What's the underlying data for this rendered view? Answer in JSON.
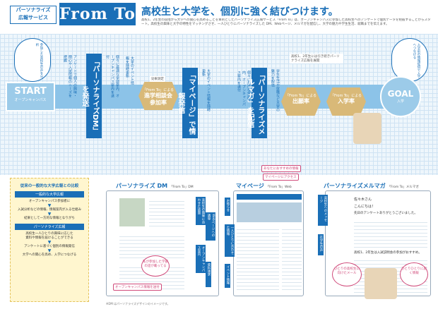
{
  "header": {
    "brand_line1": "パーソナライズ",
    "brand_line2": "広報サービス",
    "logo": "From To",
    "headline": "高校生と大学を、個別に強く結びつけます。",
    "lead": "高校1、2年生の段階から大学への関心を高めることを目的としたパーソナライズ広報サービス「From To」は、オープンキャンパスに参加した高校生へのアンケートで個別データを把握することからスタート。高校生の興味と大学の特性をマッチングさせ、一人ひとりにパーソナライズした DM、Webページ、メルマガを配信し、大学の魅力や学生生活、就職までを伝えます。"
  },
  "flow": {
    "start": "START",
    "start_sub": "オープンキャンパス",
    "goal": "GOAL",
    "goal_sub": "入学",
    "step_dm": "「パーソナライズDM」を発送",
    "step_mypage": "「マイページ」で情報発信",
    "step_mail": "「パーソナライズメルマガ」を配信",
    "hex1_line1": "「From To」による",
    "hex1_line2": "進学相談会",
    "hex1_line3": "参加率",
    "hex2_line1": "「From To」による",
    "hex2_line2": "出願率",
    "hex3_line1": "「From To」による",
    "hex3_line2": "入学率",
    "effect_label": "効果測定",
    "grade_note": "高校1、2年生には引き続きパーソナライズ広報を展開",
    "note_left": "アンケートで個人の興味・関心や入試情報のニーズを把握",
    "note_dm": "個々に最適な学部案内、オープンキャンパス案内を送付",
    "note_mypage": "大学のイベント情報を随時更新",
    "note_mail": "学生生活や就職など大学の魅力を配信",
    "bubble_left": "参加した高校生の声を分析",
    "bubble_right": "入学前の情報提供で入学へつなげる"
  },
  "compare": {
    "title": "従来の一般的な大学広報との比較",
    "old_head": "一般的な大学広報",
    "old_lines": [
      "オープンキャンパス参加者に",
      "入試分析などの情報、情報案内が入る仕組み",
      "結果として一方的な情報となりがち"
    ],
    "new_head": "パーソナライズ広報",
    "new_lines": [
      "高校生一人ひとりの興味に応じた",
      "資料や情報を届けることができる",
      "アンケートに基づく個別の情報発信",
      "大学への関心を高め、入学につなげる"
    ]
  },
  "dm": {
    "title": "パーソナライズ DM",
    "sub": "「From To」DM",
    "callout1": "高校生の興味に合わせた誌面",
    "callout2": "Webページへの誘導",
    "callout3": "オープンキャンパス案内",
    "callout4": "資料請求",
    "speech": "私が参加した学部の話が載ってる",
    "pink": "オープンキャンパス情報を送付"
  },
  "mypage": {
    "title": "マイページ",
    "sub": "「From To」Web",
    "callout1": "お知らせ",
    "callout2": "一人ひとりに合わせた情報",
    "callout3": "イベント情報",
    "pink1": "あなたにおすすめの情報",
    "pink2": "マイページにアクセス"
  },
  "mail": {
    "title": "パーソナライズメルマガ",
    "sub": "「From To」メルマガ",
    "callout1": "高校生へのメッセージ",
    "callout2": "在学生の声",
    "greeting": "佐々木さん",
    "body1": "こんにちは！",
    "body2": "先日のアンケートありがとうございました。",
    "body3": "高校1、2年生は入試説明会の参加がおすすめ。",
    "speech1": "ひとりの高校生に向けたメール",
    "speech2": "ひとりひとりに届く情報"
  },
  "footer": "※DM はパーソナライズデザインのイメージです。"
}
